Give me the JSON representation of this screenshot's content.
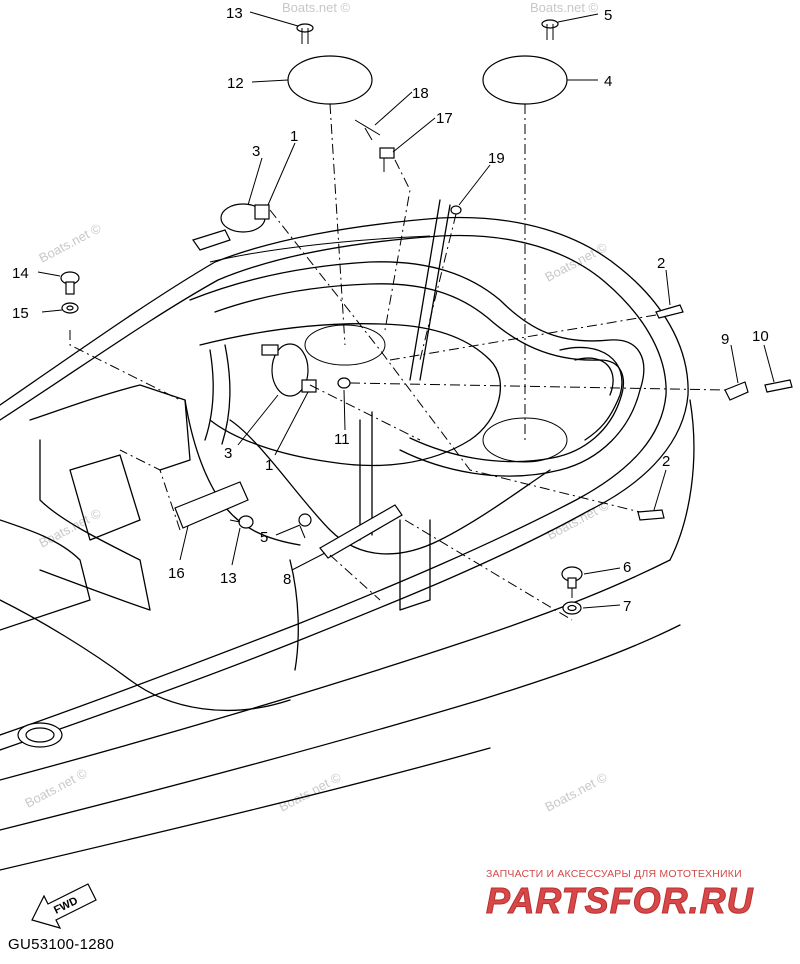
{
  "diagram": {
    "drawing_code": "GU53100-1280",
    "fwd_label": "FWD",
    "watermark_text": "Boats.net ©",
    "promo_text": "ЗАПЧАСТИ И АКСЕССУАРЫ ДЛЯ МОТОТЕХНИКИ",
    "brand_text": "PARTSFOR.RU",
    "callouts": [
      {
        "id": "c13a",
        "label": "13"
      },
      {
        "id": "c5a",
        "label": "5"
      },
      {
        "id": "c12",
        "label": "12"
      },
      {
        "id": "c4",
        "label": "4"
      },
      {
        "id": "c18",
        "label": "18"
      },
      {
        "id": "c17",
        "label": "17"
      },
      {
        "id": "c3a",
        "label": "3"
      },
      {
        "id": "c1a",
        "label": "1"
      },
      {
        "id": "c19",
        "label": "19"
      },
      {
        "id": "c14",
        "label": "14"
      },
      {
        "id": "c15",
        "label": "15"
      },
      {
        "id": "c2a",
        "label": "2"
      },
      {
        "id": "c9",
        "label": "9"
      },
      {
        "id": "c10",
        "label": "10"
      },
      {
        "id": "c3b",
        "label": "3"
      },
      {
        "id": "c11",
        "label": "11"
      },
      {
        "id": "c1b",
        "label": "1"
      },
      {
        "id": "c2b",
        "label": "2"
      },
      {
        "id": "c5b",
        "label": "5"
      },
      {
        "id": "c16",
        "label": "16"
      },
      {
        "id": "c13b",
        "label": "13"
      },
      {
        "id": "c8",
        "label": "8"
      },
      {
        "id": "c6",
        "label": "6"
      },
      {
        "id": "c7",
        "label": "7"
      }
    ]
  }
}
